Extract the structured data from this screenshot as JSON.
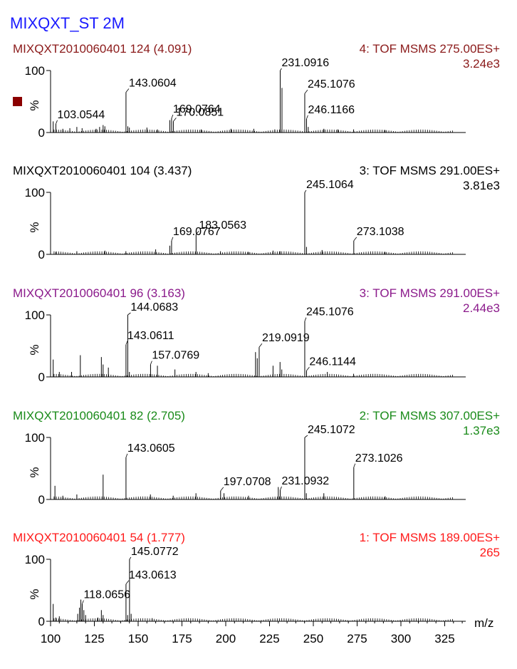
{
  "title": "MIXQXT_ST 2M",
  "colors": {
    "title": "#1a1aff",
    "axis": "#000000",
    "marker": "#8b0000"
  },
  "x_unit_label": "m/z",
  "chart_data": [
    {
      "type": "bar",
      "header_left": "MIXQXT2010060401 124 (4.091)",
      "header_right": "4: TOF MSMS 275.00ES+",
      "intensity": "3.24e3",
      "color": "#8b1a1a",
      "has_marker": true,
      "xlim": [
        100,
        337
      ],
      "ylim": [
        0,
        100
      ],
      "y_ticks": [
        "100",
        "0"
      ],
      "ylabel": "%",
      "peaks": [
        {
          "mz": 101.5,
          "y": 18
        },
        {
          "mz": 103.05,
          "y": 14
        },
        {
          "mz": 107,
          "y": 6
        },
        {
          "mz": 111,
          "y": 7
        },
        {
          "mz": 115,
          "y": 9
        },
        {
          "mz": 118,
          "y": 7
        },
        {
          "mz": 126,
          "y": 6
        },
        {
          "mz": 128,
          "y": 9
        },
        {
          "mz": 130,
          "y": 12
        },
        {
          "mz": 131,
          "y": 10
        },
        {
          "mz": 143.06,
          "y": 65
        },
        {
          "mz": 144.1,
          "y": 10
        },
        {
          "mz": 145,
          "y": 8
        },
        {
          "mz": 155,
          "y": 8
        },
        {
          "mz": 161,
          "y": 5
        },
        {
          "mz": 168.1,
          "y": 20
        },
        {
          "mz": 169.08,
          "y": 23
        },
        {
          "mz": 170.09,
          "y": 18
        },
        {
          "mz": 186,
          "y": 5
        },
        {
          "mz": 203,
          "y": 6
        },
        {
          "mz": 216,
          "y": 6
        },
        {
          "mz": 228,
          "y": 5
        },
        {
          "mz": 231.09,
          "y": 100
        },
        {
          "mz": 232.1,
          "y": 72
        },
        {
          "mz": 245.11,
          "y": 63
        },
        {
          "mz": 246.12,
          "y": 22
        },
        {
          "mz": 247.1,
          "y": 9
        },
        {
          "mz": 256,
          "y": 6
        },
        {
          "mz": 264,
          "y": 5
        },
        {
          "mz": 273,
          "y": 5
        },
        {
          "mz": 291,
          "y": 4
        }
      ],
      "labels": [
        {
          "text": "103.0544",
          "mz": 103.05,
          "y": 14
        },
        {
          "text": "143.0604",
          "mz": 143.06,
          "y": 65
        },
        {
          "text": "169.0764",
          "mz": 169.08,
          "y": 23
        },
        {
          "text": "170.0851",
          "mz": 170.09,
          "y": 18
        },
        {
          "text": "231.0916",
          "mz": 231.09,
          "y": 100
        },
        {
          "text": "245.1076",
          "mz": 245.11,
          "y": 63
        },
        {
          "text": "246.1166",
          "mz": 246.12,
          "y": 22
        }
      ]
    },
    {
      "type": "bar",
      "header_left": "MIXQXT2010060401 104 (3.437)",
      "header_right": "3: TOF MSMS 291.00ES+",
      "intensity": "3.81e3",
      "color": "#000000",
      "has_marker": false,
      "xlim": [
        100,
        337
      ],
      "ylim": [
        0,
        100
      ],
      "y_ticks": [
        "100",
        "0"
      ],
      "ylabel": "%",
      "peaks": [
        {
          "mz": 103,
          "y": 4
        },
        {
          "mz": 115,
          "y": 5
        },
        {
          "mz": 131,
          "y": 6
        },
        {
          "mz": 143,
          "y": 5
        },
        {
          "mz": 160,
          "y": 8
        },
        {
          "mz": 168.1,
          "y": 14
        },
        {
          "mz": 169.08,
          "y": 22
        },
        {
          "mz": 183.06,
          "y": 32
        },
        {
          "mz": 197,
          "y": 5
        },
        {
          "mz": 213,
          "y": 4
        },
        {
          "mz": 227,
          "y": 6
        },
        {
          "mz": 231,
          "y": 5
        },
        {
          "mz": 245.11,
          "y": 100
        },
        {
          "mz": 246.1,
          "y": 12
        },
        {
          "mz": 255,
          "y": 7
        },
        {
          "mz": 273.1,
          "y": 22
        },
        {
          "mz": 291,
          "y": 4
        }
      ],
      "labels": [
        {
          "text": "169.0767",
          "mz": 169.08,
          "y": 22
        },
        {
          "text": "183.0563",
          "mz": 183.06,
          "y": 32
        },
        {
          "text": "245.1064",
          "mz": 245.11,
          "y": 100
        },
        {
          "text": "273.1038",
          "mz": 273.1,
          "y": 22
        }
      ]
    },
    {
      "type": "bar",
      "header_left": "MIXQXT2010060401 96 (3.163)",
      "header_right": "3: TOF MSMS 291.00ES+",
      "intensity": "2.44e3",
      "color": "#8b1a8b",
      "has_marker": false,
      "xlim": [
        100,
        337
      ],
      "ylim": [
        0,
        100
      ],
      "y_ticks": [
        "100",
        "0"
      ],
      "ylabel": "%",
      "peaks": [
        {
          "mz": 101.5,
          "y": 28
        },
        {
          "mz": 105,
          "y": 8
        },
        {
          "mz": 112,
          "y": 8
        },
        {
          "mz": 117,
          "y": 35
        },
        {
          "mz": 129,
          "y": 32
        },
        {
          "mz": 130,
          "y": 20
        },
        {
          "mz": 133,
          "y": 15
        },
        {
          "mz": 143.06,
          "y": 52
        },
        {
          "mz": 144.07,
          "y": 100
        },
        {
          "mz": 145,
          "y": 8
        },
        {
          "mz": 157.08,
          "y": 20
        },
        {
          "mz": 161,
          "y": 18
        },
        {
          "mz": 171,
          "y": 12
        },
        {
          "mz": 183,
          "y": 8
        },
        {
          "mz": 190,
          "y": 6
        },
        {
          "mz": 217,
          "y": 40
        },
        {
          "mz": 218,
          "y": 30
        },
        {
          "mz": 219.09,
          "y": 48
        },
        {
          "mz": 227,
          "y": 18
        },
        {
          "mz": 231,
          "y": 24
        },
        {
          "mz": 232,
          "y": 12
        },
        {
          "mz": 245.11,
          "y": 90
        },
        {
          "mz": 246.11,
          "y": 10
        },
        {
          "mz": 258,
          "y": 8
        },
        {
          "mz": 273,
          "y": 5
        }
      ],
      "labels": [
        {
          "text": "143.0611",
          "mz": 143.06,
          "y": 52
        },
        {
          "text": "144.0683",
          "mz": 144.07,
          "y": 100
        },
        {
          "text": "157.0769",
          "mz": 157.08,
          "y": 20
        },
        {
          "text": "219.0919",
          "mz": 219.09,
          "y": 48
        },
        {
          "text": "245.1076",
          "mz": 245.11,
          "y": 90
        },
        {
          "text": "246.1144",
          "mz": 246.11,
          "y": 10
        }
      ]
    },
    {
      "type": "bar",
      "header_left": "MIXQXT2010060401 82 (2.705)",
      "header_right": "2: TOF MSMS 307.00ES+",
      "intensity": "1.37e3",
      "color": "#1a8b1a",
      "has_marker": false,
      "xlim": [
        100,
        337
      ],
      "ylim": [
        0,
        100
      ],
      "y_ticks": [
        "100",
        "0"
      ],
      "ylabel": "%",
      "peaks": [
        {
          "mz": 102.5,
          "y": 22
        },
        {
          "mz": 107,
          "y": 6
        },
        {
          "mz": 115,
          "y": 8
        },
        {
          "mz": 130,
          "y": 40
        },
        {
          "mz": 143.06,
          "y": 68
        },
        {
          "mz": 157,
          "y": 8
        },
        {
          "mz": 170,
          "y": 6
        },
        {
          "mz": 183,
          "y": 10
        },
        {
          "mz": 197.07,
          "y": 14
        },
        {
          "mz": 199,
          "y": 10
        },
        {
          "mz": 213,
          "y": 6
        },
        {
          "mz": 230,
          "y": 20
        },
        {
          "mz": 231.09,
          "y": 15
        },
        {
          "mz": 245.11,
          "y": 100
        },
        {
          "mz": 246,
          "y": 10
        },
        {
          "mz": 256,
          "y": 10
        },
        {
          "mz": 273.1,
          "y": 52
        },
        {
          "mz": 291,
          "y": 5
        }
      ],
      "labels": [
        {
          "text": "143.0605",
          "mz": 143.06,
          "y": 68
        },
        {
          "text": "197.0708",
          "mz": 197.07,
          "y": 14
        },
        {
          "text": "231.0932",
          "mz": 231.09,
          "y": 15
        },
        {
          "text": "245.1072",
          "mz": 245.11,
          "y": 100
        },
        {
          "text": "273.1026",
          "mz": 273.1,
          "y": 52
        }
      ]
    },
    {
      "type": "bar",
      "header_left": "MIXQXT2010060401 54 (1.777)",
      "header_right": "1: TOF MSMS 189.00ES+",
      "intensity": "265",
      "color": "#ff1a1a",
      "has_marker": false,
      "xlim": [
        100,
        337
      ],
      "ylim": [
        0,
        100
      ],
      "y_ticks": [
        "100",
        "0"
      ],
      "ylabel": "%",
      "x_ticks": [
        100,
        125,
        150,
        175,
        200,
        225,
        250,
        275,
        300,
        325
      ],
      "peaks": [
        {
          "mz": 101.5,
          "y": 28
        },
        {
          "mz": 103,
          "y": 6
        },
        {
          "mz": 105,
          "y": 8
        },
        {
          "mz": 115.5,
          "y": 12
        },
        {
          "mz": 116.5,
          "y": 22
        },
        {
          "mz": 117.3,
          "y": 35
        },
        {
          "mz": 118.07,
          "y": 28
        },
        {
          "mz": 119,
          "y": 18
        },
        {
          "mz": 120,
          "y": 10
        },
        {
          "mz": 127,
          "y": 6
        },
        {
          "mz": 129,
          "y": 18
        },
        {
          "mz": 130,
          "y": 10
        },
        {
          "mz": 143.06,
          "y": 60
        },
        {
          "mz": 144,
          "y": 10
        },
        {
          "mz": 145.08,
          "y": 100
        },
        {
          "mz": 146,
          "y": 12
        },
        {
          "mz": 158,
          "y": 5
        }
      ],
      "labels": [
        {
          "text": "118.0656",
          "mz": 118.07,
          "y": 28
        },
        {
          "text": "143.0613",
          "mz": 143.06,
          "y": 60
        },
        {
          "text": "145.0772",
          "mz": 145.08,
          "y": 100
        }
      ]
    }
  ]
}
